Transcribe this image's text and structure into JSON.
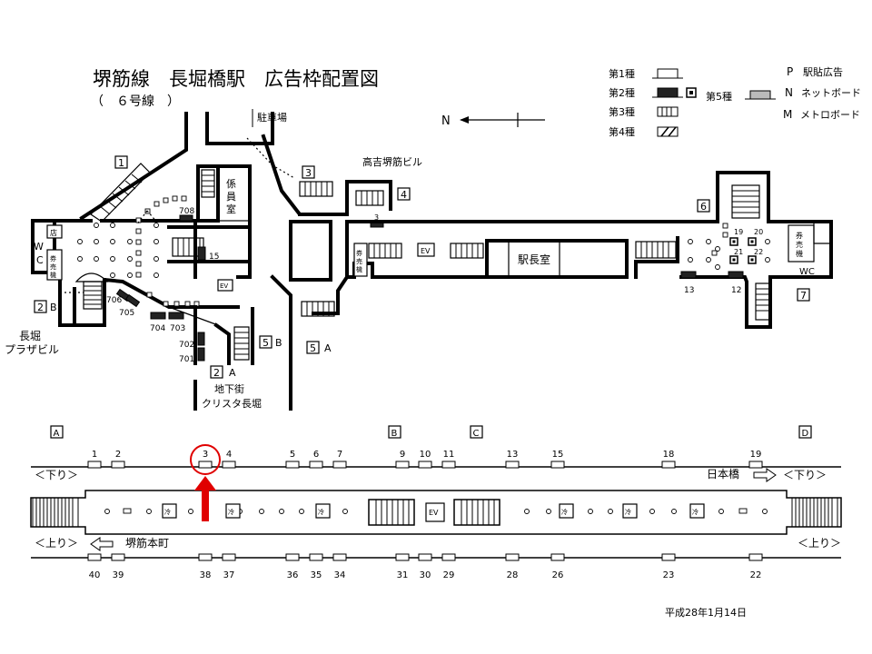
{
  "title": {
    "main": "堺筋線　長堀橋駅　広告枠配置図",
    "sub": "（　６号線　）"
  },
  "legend": {
    "type1": "第1種",
    "type2": "第2種",
    "type3": "第3種",
    "type4": "第4種",
    "type5": "第5種",
    "p_letter": "P",
    "p_label": "駅貼広告",
    "n_letter": "N",
    "n_label": "ネットボード",
    "m_letter": "M",
    "m_label": "メトロボード",
    "north": "N"
  },
  "concourse": {
    "parking": "駐車場",
    "takayoshi": "高吉堺筋ビル",
    "kakariin": "係員室",
    "ekichoshitsu": "駅長室",
    "wc_left": "WC",
    "wc_right": "WC",
    "ev": "EV",
    "ticket": "券売機",
    "ticket2": "券売機",
    "ticket3": "券売機",
    "small_box": "店",
    "nagahori_plaza_1": "長堀",
    "nagahori_plaza_2": "プラザビル",
    "underground_1": "地下街",
    "underground_2": "クリスタ長堀",
    "exits": [
      {
        "id": "1",
        "suffix": ""
      },
      {
        "id": "2",
        "suffix": "B"
      },
      {
        "id": "2",
        "suffix": "A"
      },
      {
        "id": "3",
        "suffix": ""
      },
      {
        "id": "4",
        "suffix": ""
      },
      {
        "id": "5",
        "suffix": "B"
      },
      {
        "id": "5",
        "suffix": "A"
      },
      {
        "id": "6",
        "suffix": ""
      },
      {
        "id": "7",
        "suffix": ""
      }
    ],
    "ad_labels": [
      "708",
      "706",
      "705",
      "704",
      "703",
      "702",
      "701",
      "15",
      "3",
      "13",
      "12",
      "19",
      "20",
      "21",
      "22"
    ]
  },
  "platform": {
    "sections": [
      "A",
      "B",
      "C",
      "D"
    ],
    "top_numbers": [
      "1",
      "2",
      "3",
      "4",
      "5",
      "6",
      "7",
      "9",
      "10",
      "11",
      "13",
      "15",
      "18",
      "19"
    ],
    "bottom_numbers": [
      "40",
      "39",
      "38",
      "37",
      "36",
      "35",
      "34",
      "31",
      "30",
      "29",
      "28",
      "26",
      "23",
      "22"
    ],
    "down_left": "＜下り＞",
    "down_right": "＜下り＞",
    "up_left": "＜上り＞",
    "up_right": "＜上り＞",
    "nipponbashi": "日本橋",
    "sakaisuji_honmachi": "堺筋本町",
    "ev": "EV",
    "cooler": "冷",
    "highlighted": "3"
  },
  "date": "平成28年1月14日"
}
